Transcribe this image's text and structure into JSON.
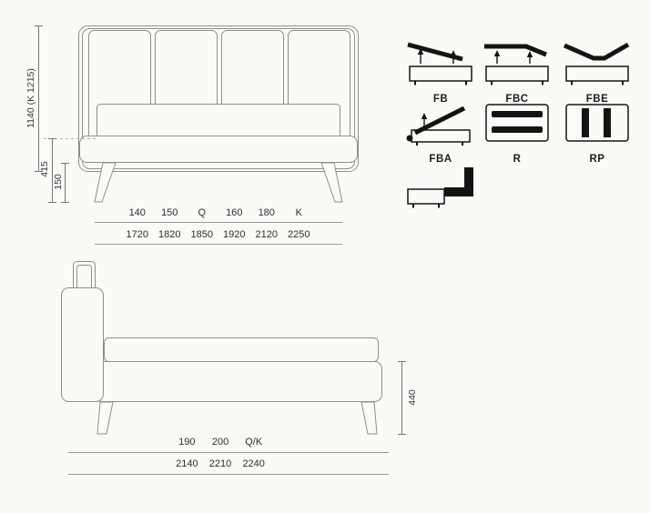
{
  "colors": {
    "background": "#fbfaf7",
    "line": "#8f8f8f",
    "dark": "#141414",
    "dim_text": "#3a3a3a"
  },
  "front_view": {
    "height_label": "1140 (K 1215)",
    "depth_label": "415",
    "leg_label": "150",
    "widths": {
      "sizes": [
        "140",
        "150",
        "Q",
        "160",
        "180",
        "K"
      ],
      "mm": [
        "1720",
        "1820",
        "1850",
        "1920",
        "2120",
        "2250"
      ]
    }
  },
  "side_view": {
    "height_label": "440",
    "lengths": {
      "sizes": [
        "190",
        "200",
        "Q/K"
      ],
      "mm": [
        "2140",
        "2210",
        "2240"
      ]
    }
  },
  "options": {
    "labels": [
      "FB",
      "FBC",
      "FBE",
      "FBA",
      "R",
      "RP"
    ]
  }
}
